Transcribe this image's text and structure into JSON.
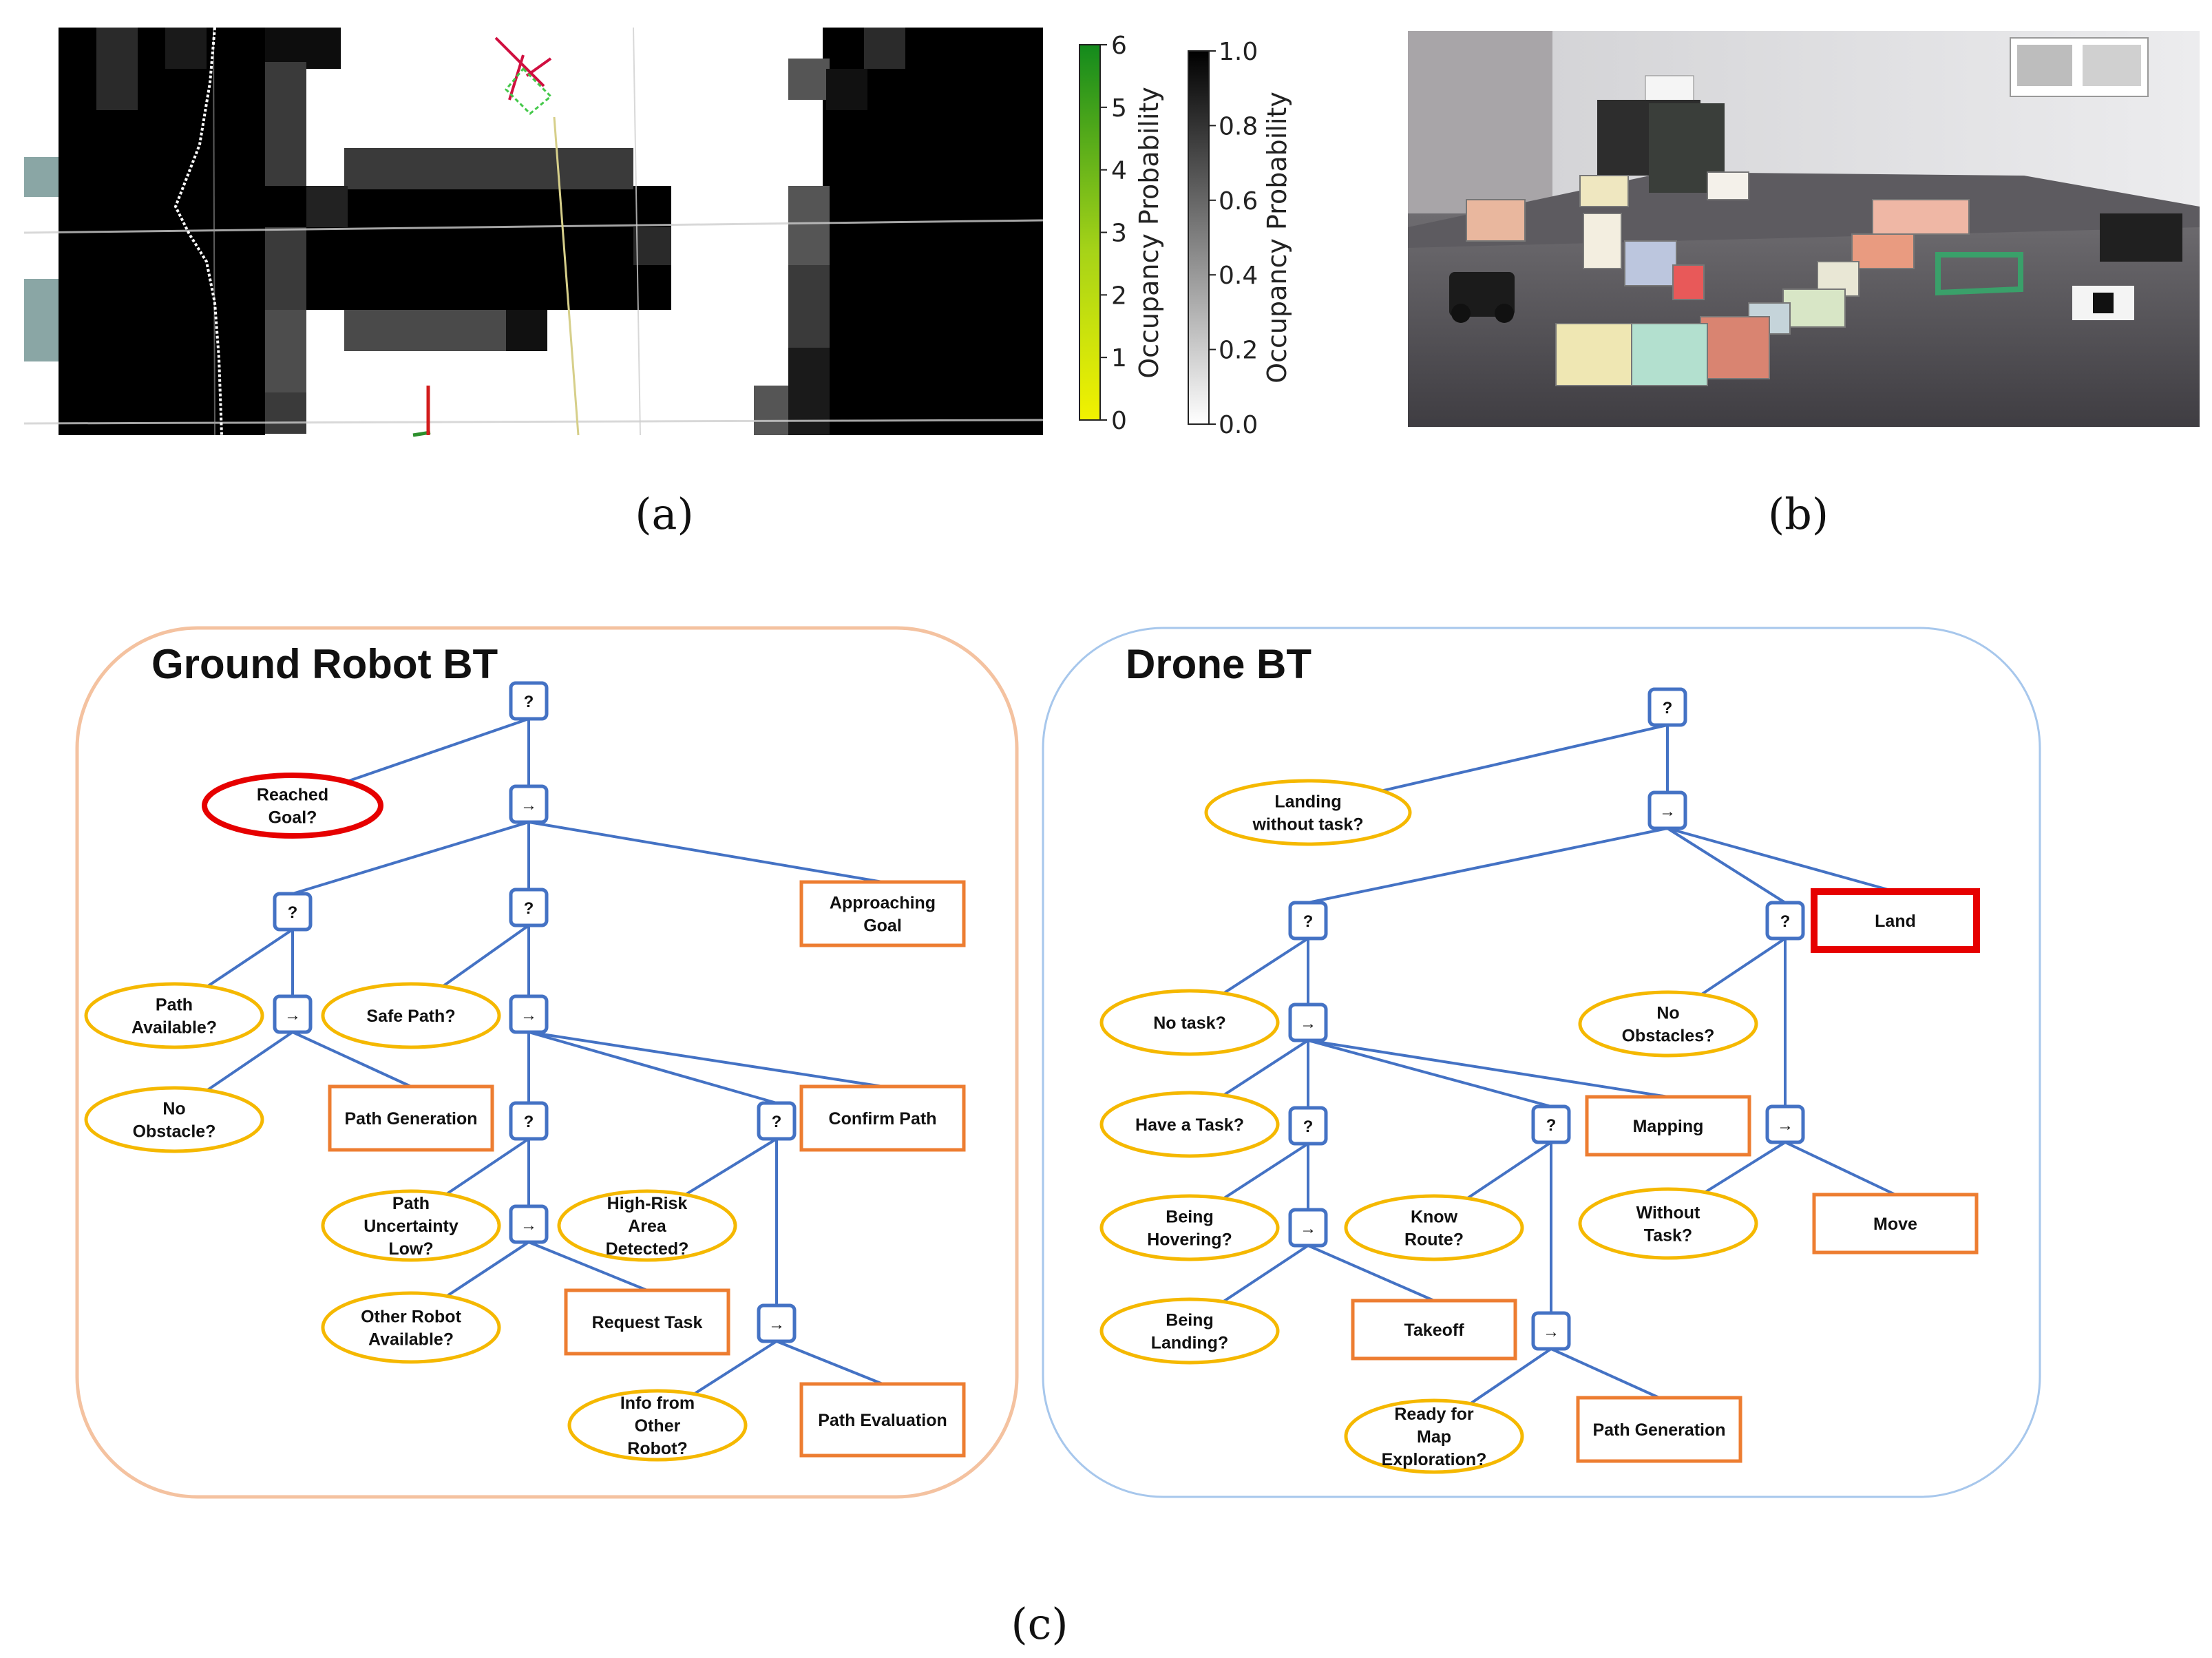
{
  "panels": {
    "a": "(a)",
    "b": "(b)",
    "c": "(c)"
  },
  "colorbar_green": {
    "label": "Occupancy Probability",
    "ticks": [
      "0",
      "1",
      "2",
      "3",
      "4",
      "5",
      "6"
    ]
  },
  "colorbar_gray": {
    "label": "Occupancy Probability",
    "ticks": [
      "0.0",
      "0.2",
      "0.4",
      "0.6",
      "0.8",
      "1.0"
    ]
  },
  "trees": {
    "ground": {
      "title": "Ground Robot BT",
      "nodes": [
        {
          "id": "g1",
          "type": "fallback",
          "label": "?"
        },
        {
          "id": "g2",
          "type": "condition-active",
          "lines": [
            "Reached",
            "Goal?"
          ]
        },
        {
          "id": "g3",
          "type": "sequence",
          "label": "→"
        },
        {
          "id": "g4",
          "type": "fallback",
          "label": "?"
        },
        {
          "id": "g5",
          "type": "fallback",
          "label": "?"
        },
        {
          "id": "g6",
          "type": "action",
          "lines": [
            "Approaching",
            "Goal"
          ]
        },
        {
          "id": "g7",
          "type": "condition",
          "lines": [
            "Path",
            "Available?"
          ]
        },
        {
          "id": "g8",
          "type": "sequence",
          "label": "→"
        },
        {
          "id": "g9",
          "type": "condition",
          "lines": [
            "Safe Path?"
          ]
        },
        {
          "id": "g10",
          "type": "sequence",
          "label": "→"
        },
        {
          "id": "g11",
          "type": "condition",
          "lines": [
            "No",
            "Obstacle?"
          ]
        },
        {
          "id": "g12",
          "type": "action",
          "lines": [
            "Path Generation"
          ]
        },
        {
          "id": "g13",
          "type": "fallback",
          "label": "?"
        },
        {
          "id": "g14",
          "type": "fallback",
          "label": "?"
        },
        {
          "id": "g15",
          "type": "action",
          "lines": [
            "Confirm Path"
          ]
        },
        {
          "id": "g16",
          "type": "condition",
          "lines": [
            "Path",
            "Uncertainty",
            "Low?"
          ]
        },
        {
          "id": "g17",
          "type": "sequence",
          "label": "→"
        },
        {
          "id": "g18",
          "type": "condition",
          "lines": [
            "High-Risk",
            "Area",
            "Detected?"
          ]
        },
        {
          "id": "g19",
          "type": "condition",
          "lines": [
            "Other Robot",
            "Available?"
          ]
        },
        {
          "id": "g20",
          "type": "action",
          "lines": [
            "Request Task"
          ]
        },
        {
          "id": "g21",
          "type": "sequence",
          "label": "→"
        },
        {
          "id": "g22",
          "type": "condition",
          "lines": [
            "Info from",
            "Other",
            "Robot?"
          ]
        },
        {
          "id": "g23",
          "type": "action",
          "lines": [
            "Path Evaluation"
          ]
        }
      ]
    },
    "drone": {
      "title": "Drone BT",
      "nodes": [
        {
          "id": "d1",
          "type": "fallback",
          "label": "?"
        },
        {
          "id": "d2",
          "type": "condition",
          "lines": [
            "Landing",
            "without task?"
          ]
        },
        {
          "id": "d3",
          "type": "sequence",
          "label": "→"
        },
        {
          "id": "d4",
          "type": "fallback",
          "label": "?"
        },
        {
          "id": "d5",
          "type": "fallback",
          "label": "?"
        },
        {
          "id": "d6",
          "type": "action-active",
          "lines": [
            "Land"
          ]
        },
        {
          "id": "d7",
          "type": "condition",
          "lines": [
            "No task?"
          ]
        },
        {
          "id": "d8",
          "type": "sequence",
          "label": "→"
        },
        {
          "id": "d9",
          "type": "condition",
          "lines": [
            "No",
            "Obstacles?"
          ]
        },
        {
          "id": "d10",
          "type": "condition",
          "lines": [
            "Have a Task?"
          ]
        },
        {
          "id": "d11",
          "type": "fallback",
          "label": "?"
        },
        {
          "id": "d12",
          "type": "fallback",
          "label": "?"
        },
        {
          "id": "d13",
          "type": "action",
          "lines": [
            "Mapping"
          ]
        },
        {
          "id": "d14",
          "type": "sequence",
          "label": "→"
        },
        {
          "id": "d15",
          "type": "condition",
          "lines": [
            "Being",
            "Hovering?"
          ]
        },
        {
          "id": "d16",
          "type": "sequence",
          "label": "→"
        },
        {
          "id": "d17",
          "type": "condition",
          "lines": [
            "Know",
            "Route?"
          ]
        },
        {
          "id": "d18",
          "type": "condition",
          "lines": [
            "Without",
            "Task?"
          ]
        },
        {
          "id": "d19",
          "type": "action",
          "lines": [
            "Move"
          ]
        },
        {
          "id": "d20",
          "type": "condition",
          "lines": [
            "Being",
            "Landing?"
          ]
        },
        {
          "id": "d21",
          "type": "action",
          "lines": [
            "Takeoff"
          ]
        },
        {
          "id": "d22",
          "type": "sequence",
          "label": "→"
        },
        {
          "id": "d23",
          "type": "condition",
          "lines": [
            "Ready for",
            "Map",
            "Exploration?"
          ]
        },
        {
          "id": "d24",
          "type": "action",
          "lines": [
            "Path Generation"
          ]
        }
      ]
    }
  },
  "colors": {
    "edge": "#4472c4",
    "condition_border": "#f5b800",
    "action_border": "#ed7d31",
    "active_border": "#e60000",
    "ground_frame": "#f4c2a0",
    "drone_frame": "#a7c7ec",
    "cb_green_low": "#e8f000",
    "cb_green_high": "#138a1c"
  }
}
